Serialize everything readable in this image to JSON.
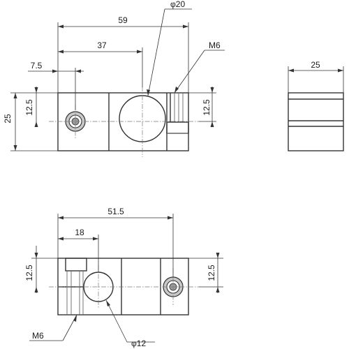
{
  "front_view": {
    "dims": {
      "overall_width": "59",
      "bore_center_x": "37",
      "screw_offset_x": "7.5",
      "height": "25",
      "half_height_left": "12.5",
      "half_height_right": "12.5"
    },
    "callouts": {
      "bore": "φ20",
      "thread": "M6"
    }
  },
  "side_view": {
    "dims": {
      "width": "25"
    }
  },
  "top_view": {
    "dims": {
      "overall_width": "51.5",
      "bore_center_x": "18",
      "half_height_left": "12.5",
      "half_height_right": "12.5"
    },
    "callouts": {
      "bore": "φ12",
      "thread": "M6"
    }
  }
}
